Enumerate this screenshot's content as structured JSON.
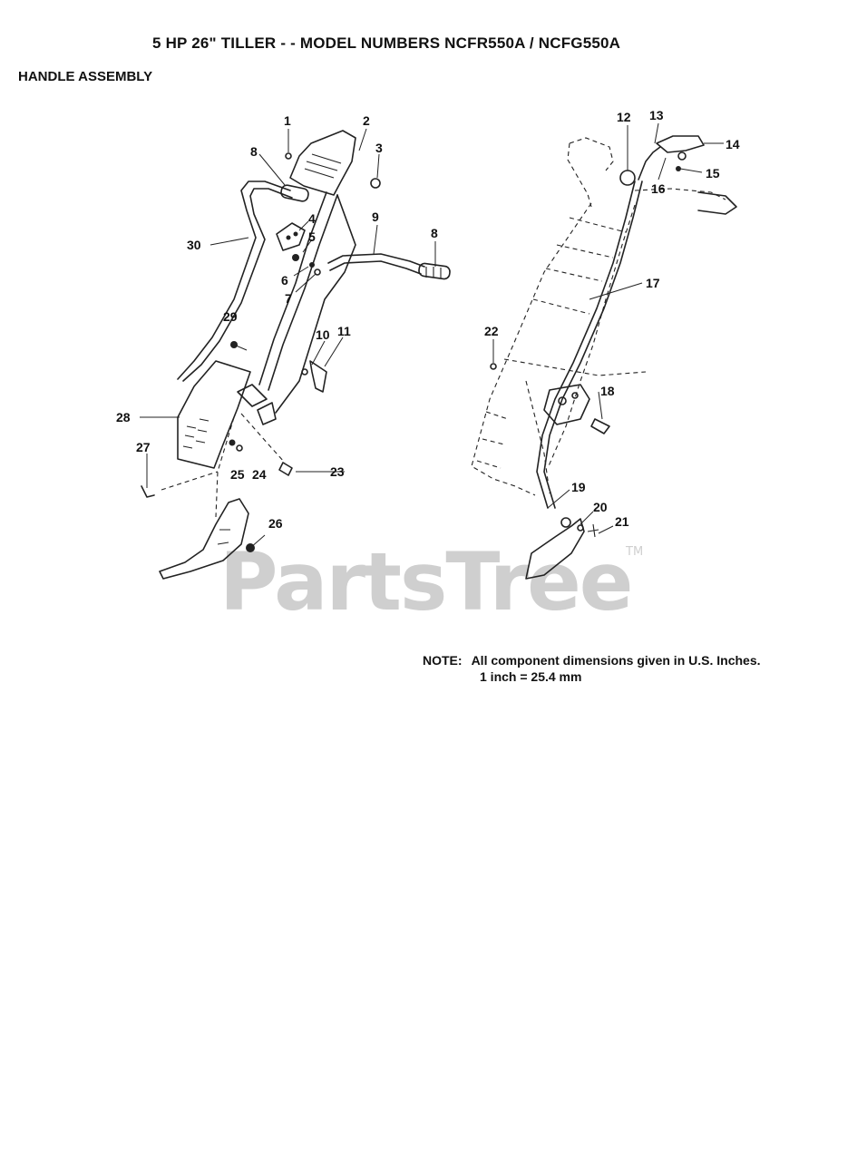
{
  "header": {
    "title": "5 HP  26\" TILLER - - MODEL NUMBERS NCFR550A / NCFG550A",
    "subtitle": "HANDLE ASSEMBLY"
  },
  "callouts_left": [
    "1",
    "2",
    "3",
    "8",
    "4",
    "5",
    "6",
    "7",
    "9",
    "8",
    "30",
    "29",
    "10",
    "11",
    "28",
    "27",
    "25",
    "24",
    "23",
    "26"
  ],
  "callouts_right": [
    "12",
    "13",
    "14",
    "15",
    "16",
    "17",
    "22",
    "18",
    "19",
    "20",
    "21"
  ],
  "watermark": {
    "text": "PartsTree",
    "trademark": "TM"
  },
  "note": {
    "label": "NOTE:",
    "line1": "All component dimensions given in U.S. Inches.",
    "line2": "1 inch = 25.4 mm"
  }
}
